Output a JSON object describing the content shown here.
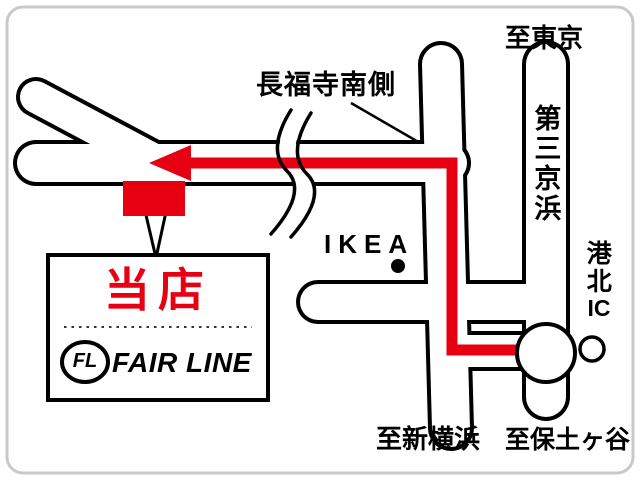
{
  "map": {
    "labels": {
      "to_tokyo": "至東京",
      "daisan_keihin": "第三京浜",
      "kohoku": "港北",
      "ic": "IC",
      "to_hodogaya": "至保土ヶ谷",
      "to_shin_yokohama": "至新横浜",
      "chofukuji_minamigawa": "長福寺南側",
      "ikea": "IKEA",
      "our_shop": "当店",
      "logo_monogram": "FL",
      "logo_text": "FAIR LINE"
    },
    "colors": {
      "route_red": "#e60012",
      "road_outline": "#000000",
      "road_fill": "#ffffff",
      "border_gray": "#c9c9c9"
    }
  }
}
